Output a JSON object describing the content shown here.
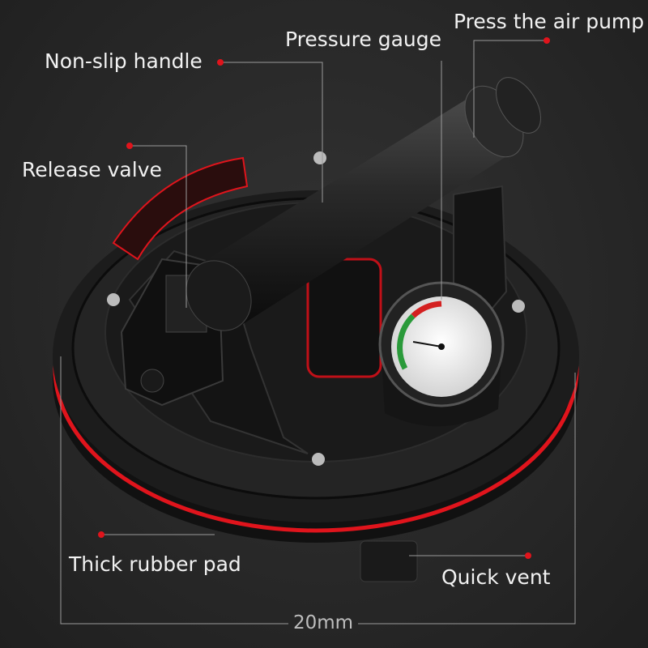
{
  "labels": {
    "air_pump": "Press the air pump",
    "pressure_gauge": "Pressure gauge",
    "handle": "Non-slip handle",
    "release_valve": "Release valve",
    "rubber_pad": "Thick rubber pad",
    "quick_vent": "Quick vent"
  },
  "dimension": "20mm",
  "colors": {
    "accent": "#e0141c",
    "body": "#1a1a1a",
    "line": "#9a9a9a"
  }
}
